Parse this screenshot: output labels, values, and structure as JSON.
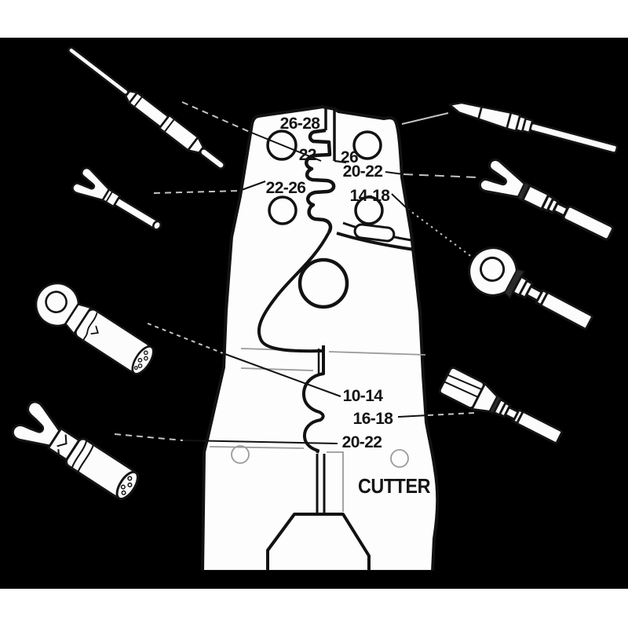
{
  "figure": {
    "subject": "Crimping and stripping tool diagram with terminal size callouts",
    "background_color": "#000000",
    "paper_color": "#ffffff",
    "ink_color": "#141414",
    "leader_over_background_color": "#c3c3c3"
  },
  "labels": {
    "strip_26_28": "26-28",
    "strip_22": "22-",
    "strip_26": "26",
    "strip_20_22": "20-22",
    "strip_22_26": "22-26",
    "strip_14_18": "14-18",
    "crimp_10_14": "10-14",
    "crimp_16_18": "16-18",
    "crimp_20_22": "20-22",
    "cutter": "CUTTER"
  },
  "connectors": [
    {
      "id": "pin-terminal-top-left",
      "name": "crimp pin terminal"
    },
    {
      "id": "fork-terminal-left",
      "name": "fork spade terminal"
    },
    {
      "id": "ring-lug-left",
      "name": "ring lug with stranded wire"
    },
    {
      "id": "fork-lug-bottom-left",
      "name": "fork lug with stranded wire"
    },
    {
      "id": "socket-terminal-top-right",
      "name": "socket pin terminal"
    },
    {
      "id": "fork-terminal-right",
      "name": "insulated fork terminal"
    },
    {
      "id": "ring-terminal-right",
      "name": "insulated ring terminal"
    },
    {
      "id": "quick-disconnect-right",
      "name": "quick disconnect terminal"
    }
  ]
}
